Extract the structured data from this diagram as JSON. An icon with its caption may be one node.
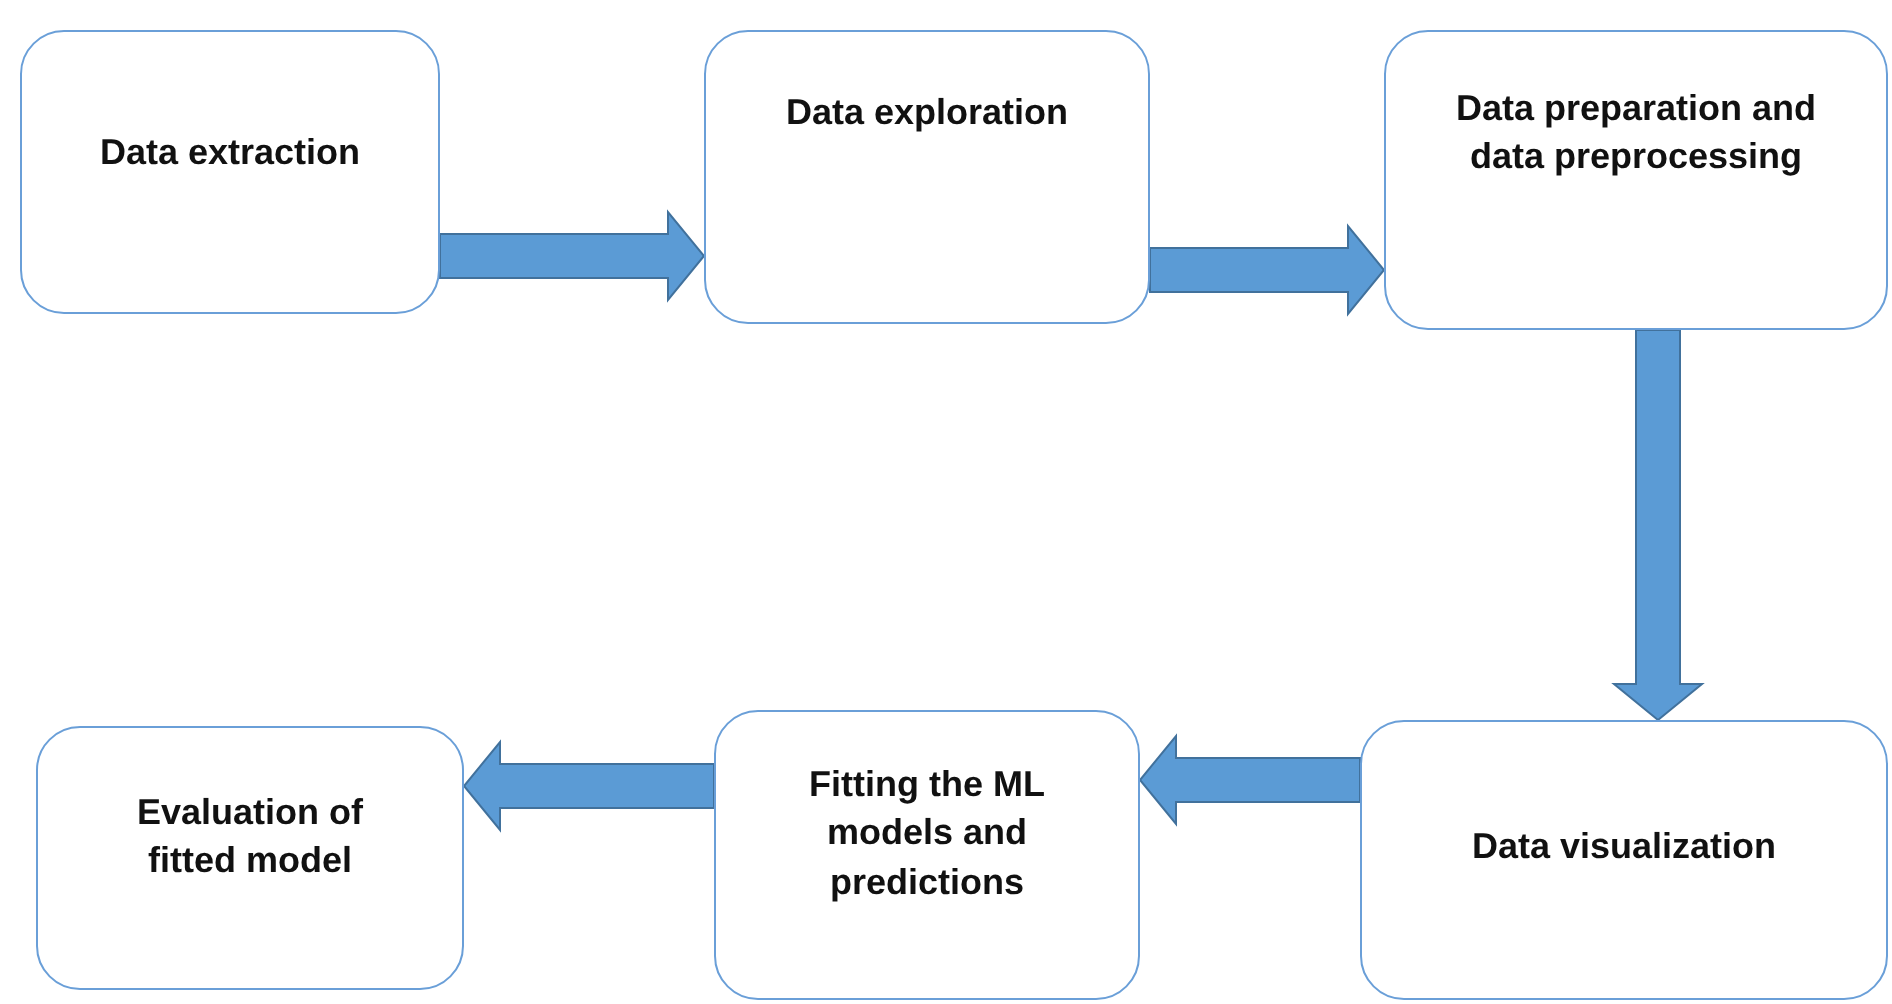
{
  "diagram": {
    "nodes": [
      {
        "text": [
          "Data extraction"
        ]
      },
      {
        "text": [
          "Data exploration"
        ]
      },
      {
        "text": [
          "Data preparation and data preprocessing"
        ]
      },
      {
        "text": [
          "Data visualization"
        ]
      },
      {
        "text": [
          "Fitting the ML models and predictions"
        ]
      },
      {
        "text": [
          "Evaluation of fitted model"
        ]
      }
    ],
    "edges": [
      {
        "from": 0,
        "to": 1,
        "arrow": "to"
      },
      {
        "from": 1,
        "to": 2,
        "arrow": "to"
      },
      {
        "from": 2,
        "to": 3,
        "arrow": "to"
      },
      {
        "from": 3,
        "to": 4,
        "arrow": "to"
      },
      {
        "from": 4,
        "to": 5,
        "arrow": "to"
      }
    ]
  }
}
